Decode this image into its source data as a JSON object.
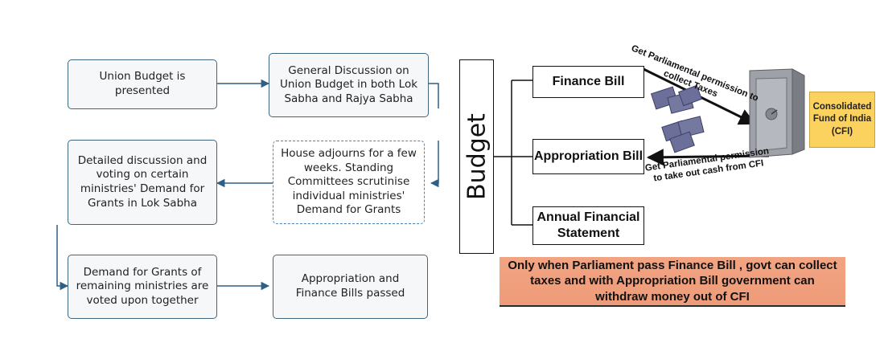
{
  "flow": {
    "union_budget_presented": "Union Budget is presented",
    "general_discussion": "General Discussion on Union Budget in both Lok Sabha and Rajya Sabha",
    "house_adjourns": "House adjourns for a few weeks.  Standing Committees scrutinise individual ministries' Demand for Grants",
    "detailed_discussion": "Detailed discussion and voting on certain ministries' Demand for Grants in Lok Sabha",
    "remaining_voted": "Demand for Grants of remaining ministries are voted upon together",
    "bills_passed": "Appropriation and Finance Bills passed"
  },
  "budget": {
    "title": "Budget",
    "finance_bill": "Finance Bill",
    "appropriation_bill": "Appropriation Bill",
    "annual_financial_statement": "Annual Financial Statement",
    "arrow_top_label": "Get Parliamental permission to collect Taxes",
    "arrow_bottom_label": "Get Parliamental permission to take out cash from CFI",
    "cfi_label": "Consolidated Fund of India (CFI)",
    "note": "Only when Parliament pass Finance Bill , govt can collect taxes and with Appropriation Bill government can withdraw money out of CFI"
  },
  "colors": {
    "flow_border": "#3f6680",
    "dashed_border": "#4a83b5",
    "cfi_fill": "#fcd25f",
    "note_fill": "#f2a482"
  }
}
